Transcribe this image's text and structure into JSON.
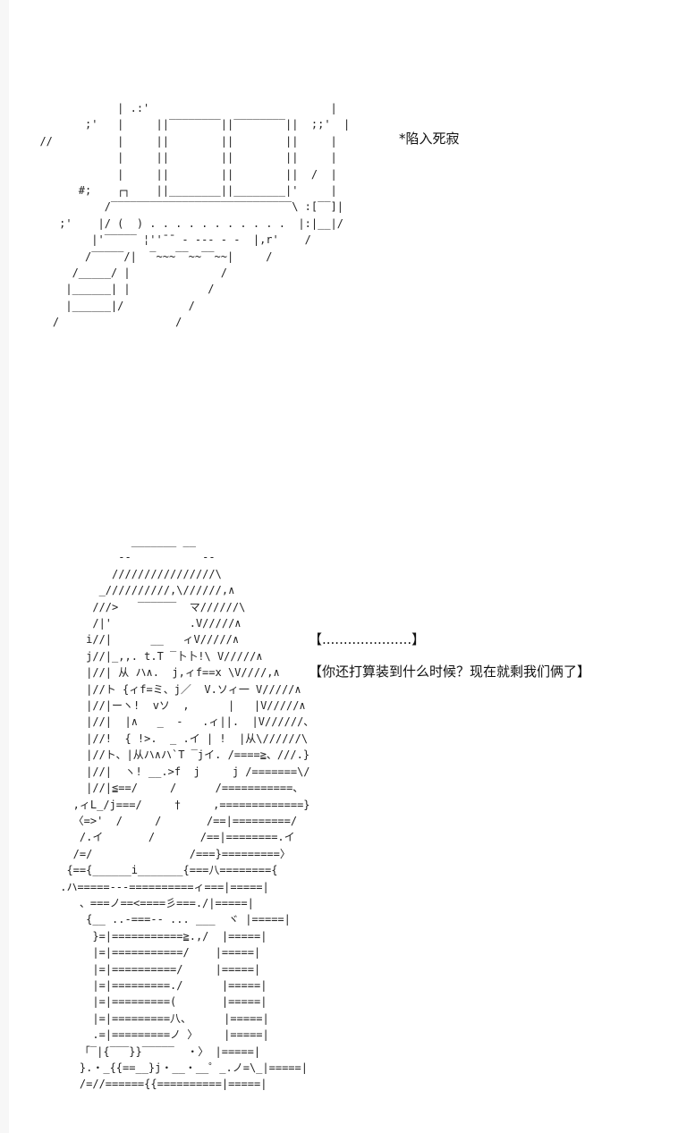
{
  "scene_top": {
    "caption": "*陷入死寂",
    "art": [
      "              | .:'                            |",
      "         ;'   |     ||‾‾‾‾‾‾‾‾||‾‾‾‾‾‾‾‾||  ;;'  |",
      "  //          |     ||        ||        ||     |",
      "              |     ||        ||        ||     |",
      "              |     ||        ||        ||  /  |",
      "        #;    ┌┐    ||________||________|'     |",
      "            /‾‾‾‾‾‾‾‾‾‾‾‾‾‾‾‾‾‾‾‾‾‾‾‾‾‾‾‾\\ :[‾‾]|",
      "     ;'    |/ (  ) . . . . . . . . . . .  |:|__|/",
      "          |'‾‾‾‾‾ ¦''¯¯ - --- - -  |,r'    /",
      "         /‾‾‾‾‾/|  ‾~~~‾‾~~‾‾~~|     /",
      "       /_____/ |              /",
      "      |______| |            /",
      "      |______|/          /",
      "    /                  /"
    ]
  },
  "scene_bottom": {
    "bracket_dots": "【.....................】",
    "dialogue": "【你还打算装到什么时候？现在就剩我们俩了】",
    "art": [
      "            _______ __",
      "          --           --",
      "         ////////////////\\",
      "       _//////////,\\//////,∧",
      "      ///>   ‾‾‾‾‾‾  マ//////\\",
      "      /|'            .V/////∧",
      "     i//|      __   ィV/////∧",
      "     j//|_,,. t.T ‾卜卜!\\ V/////∧",
      "     |//| 从 ハ∧.  j,ィf==x \\V////,∧",
      "     |//ト {ィf=ミ、j／  V.ソィ一 V/////∧",
      "     |//|ーヽ!  vソ  ,      |   |V/////∧",
      "     |//|  |∧   _  -   .ィ||.  |V//////、",
      "     |//!  { !>.  _ .イ | !  |从\\//////\\",
      "     |//ト、|从ハ∧ハ`T ‾jイ. /====≧、///.}",
      "     |//|  ヽ! __.>f  j     j /=======\\/",
      "     |//|≦==/     /      /===========、",
      "   ,ィL_/j===/     †     ,=============}",
      "   〈=>'  /     /       /==|=========/",
      "    /.イ       /       /==|========.イ",
      "   /=/               /===}=========〉",
      "  {=={______i_______{===八========{",
      " .ハ=====---==========ィ===|=====|",
      "    、===ノ==<====彡===./|=====|",
      "     {__ ..-===-- ... ___  ヾ |=====|",
      "      }=|===========≧.,/  |=====|",
      "      |=|===========/    |=====|",
      "      |=|==========/     |=====|",
      "      |=|=========./      |=====|",
      "      |=|=========(       |=====|",
      "      |=|=========八、     |=====|",
      "      .=|=========ノ 〉    |=====|",
      "    「‾|{‾‾‾}}‾‾‾‾‾  ・〉 |=====|",
      "    }.・_{{==__}j・__・__゜_.ノ=\\_|=====|",
      "    /=//======{{==========|=====|"
    ]
  }
}
